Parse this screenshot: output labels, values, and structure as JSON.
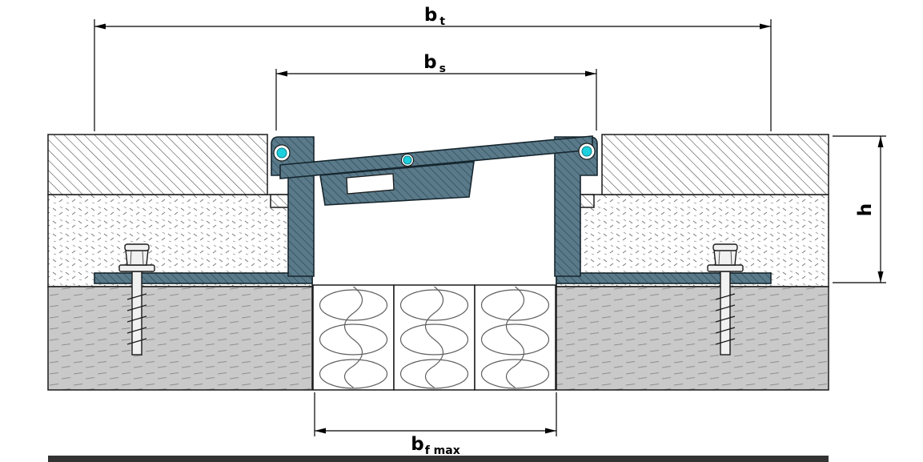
{
  "drawing": {
    "type": "technical-section",
    "subject": "floor expansion joint profile cross-section",
    "dimension_labels": {
      "bt": {
        "base": "b",
        "sub": "t"
      },
      "bs": {
        "base": "b",
        "sub": "s"
      },
      "bf_max": {
        "base": "b",
        "sub": "f max"
      },
      "h": {
        "base": "h"
      }
    },
    "colors": {
      "profile_steel": "#5a7a8a",
      "profile_hatch_line": "#31505f",
      "gasket_teal": "#1ecfdd",
      "concrete_gray": "#c9c9c9",
      "dimension_line": "#000000",
      "background": "#ffffff"
    }
  }
}
